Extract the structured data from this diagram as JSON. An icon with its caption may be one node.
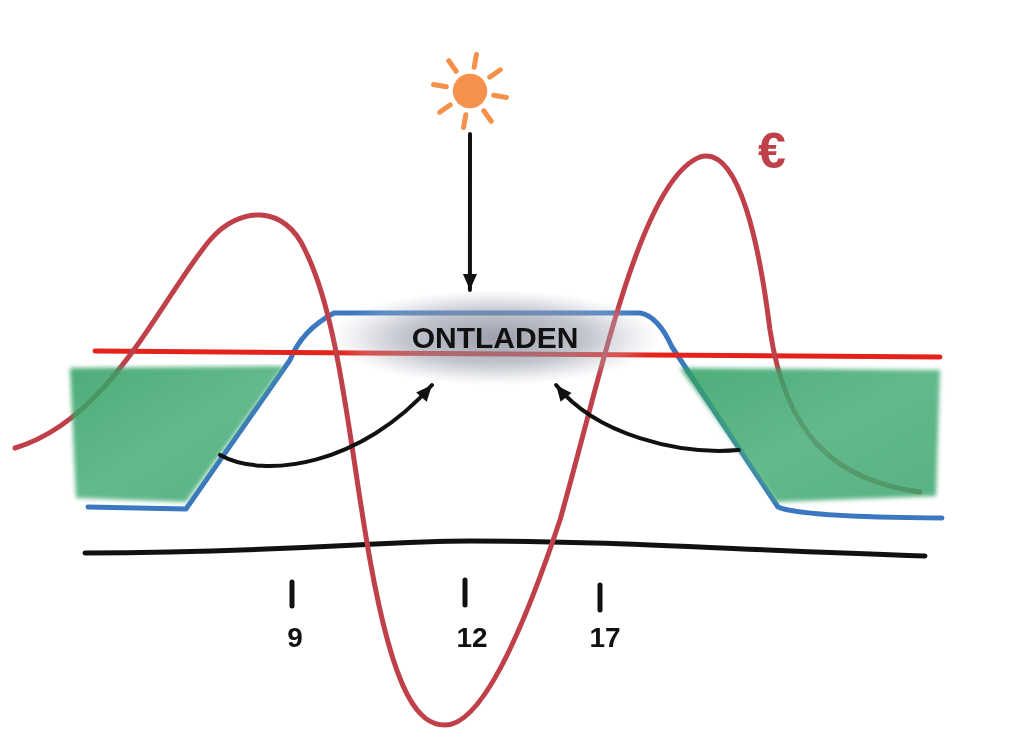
{
  "diagram": {
    "nodes": [
      {
        "text": [],
        "shape": "picture"
      },
      {
        "text": [
          "ONTLADEN"
        ]
      },
      {
        "text": [],
        "shape": "box"
      },
      {
        "text": [],
        "shape": "box"
      }
    ],
    "edges": [
      {
        "from": 0,
        "to": 1,
        "arrow": "to"
      },
      {
        "from": 2,
        "to": 1,
        "arrow": "to"
      },
      {
        "from": 3,
        "to": 1,
        "arrow": "to"
      }
    ],
    "labels": [
      "€",
      "9",
      "12",
      "17"
    ]
  }
}
